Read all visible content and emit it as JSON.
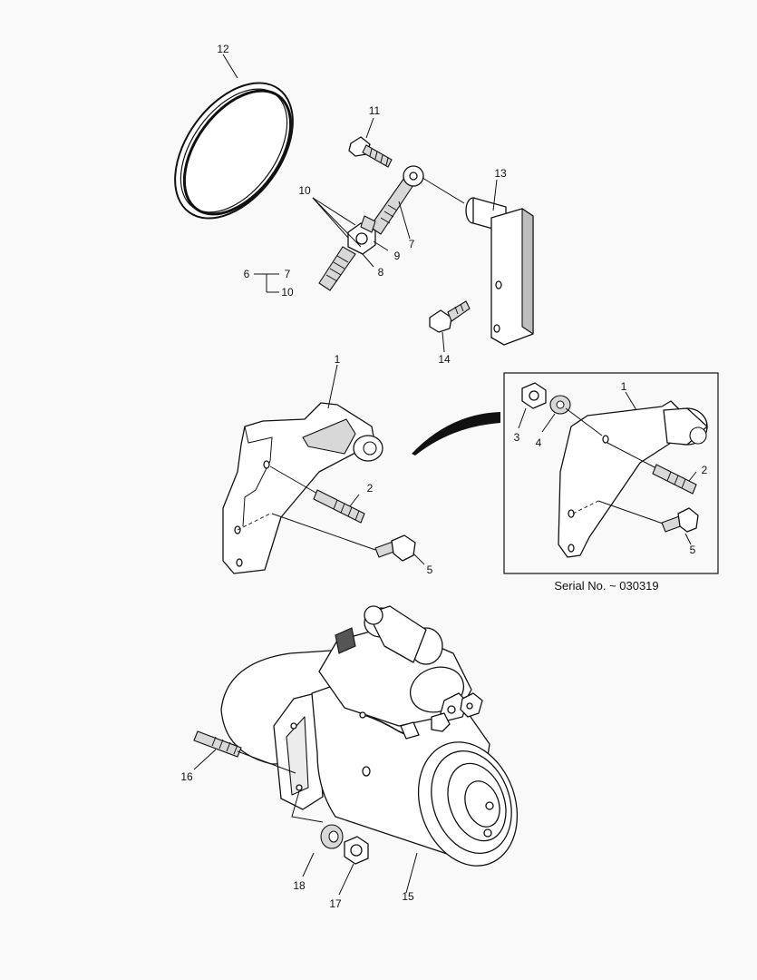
{
  "diagram": {
    "callouts": {
      "c1a": "1",
      "c1b": "1",
      "c2a": "2",
      "c2b": "2",
      "c3": "3",
      "c4": "4",
      "c5a": "5",
      "c5b": "5",
      "c6": "6",
      "c7a": "7",
      "c7b": "7",
      "c8": "8",
      "c9": "9",
      "c10a": "10",
      "c10b": "10",
      "c11": "11",
      "c12": "12",
      "c13": "13",
      "c14": "14",
      "c15": "15",
      "c16": "16",
      "c17": "17",
      "c18": "18"
    },
    "inset_caption": "Serial No. ~ 030319"
  }
}
